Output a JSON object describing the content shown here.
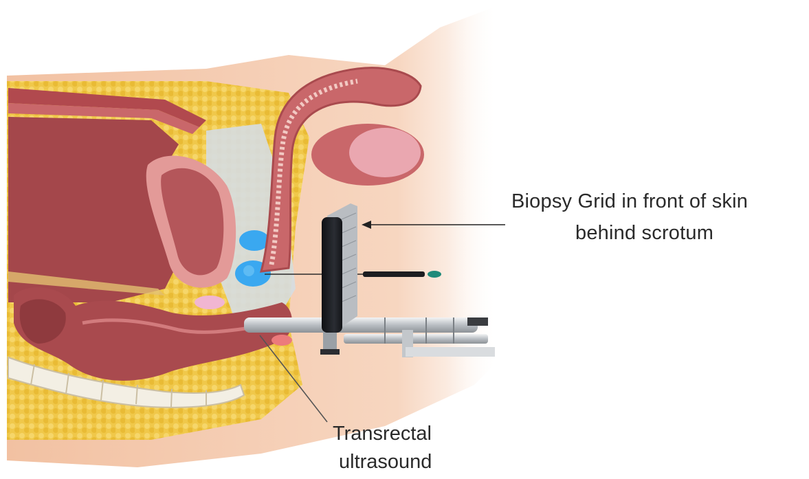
{
  "labels": {
    "biopsy_grid_line1": "Biopsy Grid in front of skin",
    "biopsy_grid_line2": "behind scrotum",
    "transrectal_line1": "Transrectal",
    "transrectal_line2": "ultrasound"
  },
  "colors": {
    "skin": "#f4cbb0",
    "skin_shadow": "#e8b392",
    "fat": "#f0c84a",
    "fat_dot": "#e3b22f",
    "tissue_dark": "#a94a4e",
    "tissue_mid": "#c9676a",
    "tissue_light": "#e39a98",
    "seminal": "#3aa8f0",
    "grid_black": "#1d1f24",
    "metal": "#c8ccd0",
    "callout_line": "#222222"
  }
}
